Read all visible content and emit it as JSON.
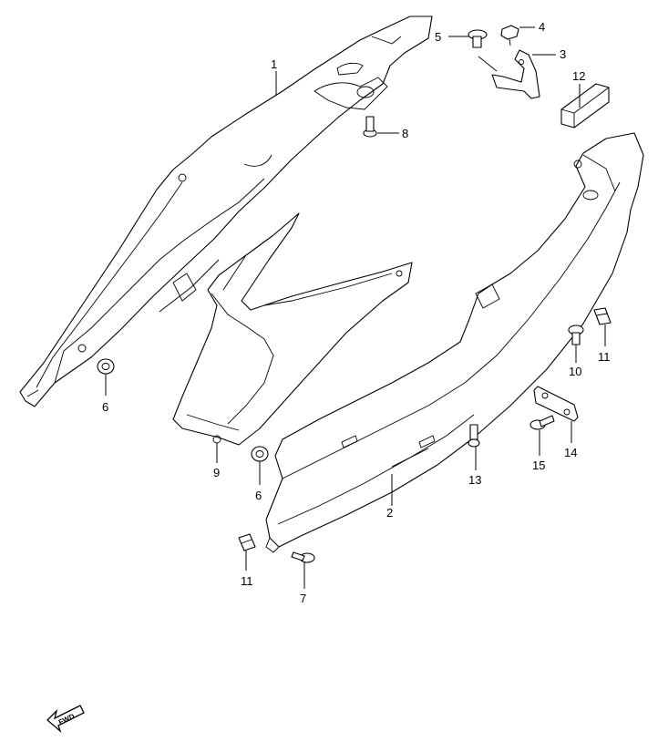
{
  "diagram": {
    "callouts": [
      {
        "id": "1",
        "label": "1"
      },
      {
        "id": "2",
        "label": "2"
      },
      {
        "id": "3",
        "label": "3"
      },
      {
        "id": "4",
        "label": "4"
      },
      {
        "id": "5",
        "label": "5"
      },
      {
        "id": "6a",
        "label": "6"
      },
      {
        "id": "6b",
        "label": "6"
      },
      {
        "id": "7",
        "label": "7"
      },
      {
        "id": "8",
        "label": "8"
      },
      {
        "id": "9",
        "label": "9"
      },
      {
        "id": "10",
        "label": "10"
      },
      {
        "id": "11a",
        "label": "11"
      },
      {
        "id": "11b",
        "label": "11"
      },
      {
        "id": "12",
        "label": "12"
      },
      {
        "id": "13",
        "label": "13"
      },
      {
        "id": "14",
        "label": "14"
      },
      {
        "id": "15",
        "label": "15"
      }
    ],
    "direction_badge": {
      "label": "FWD"
    }
  }
}
